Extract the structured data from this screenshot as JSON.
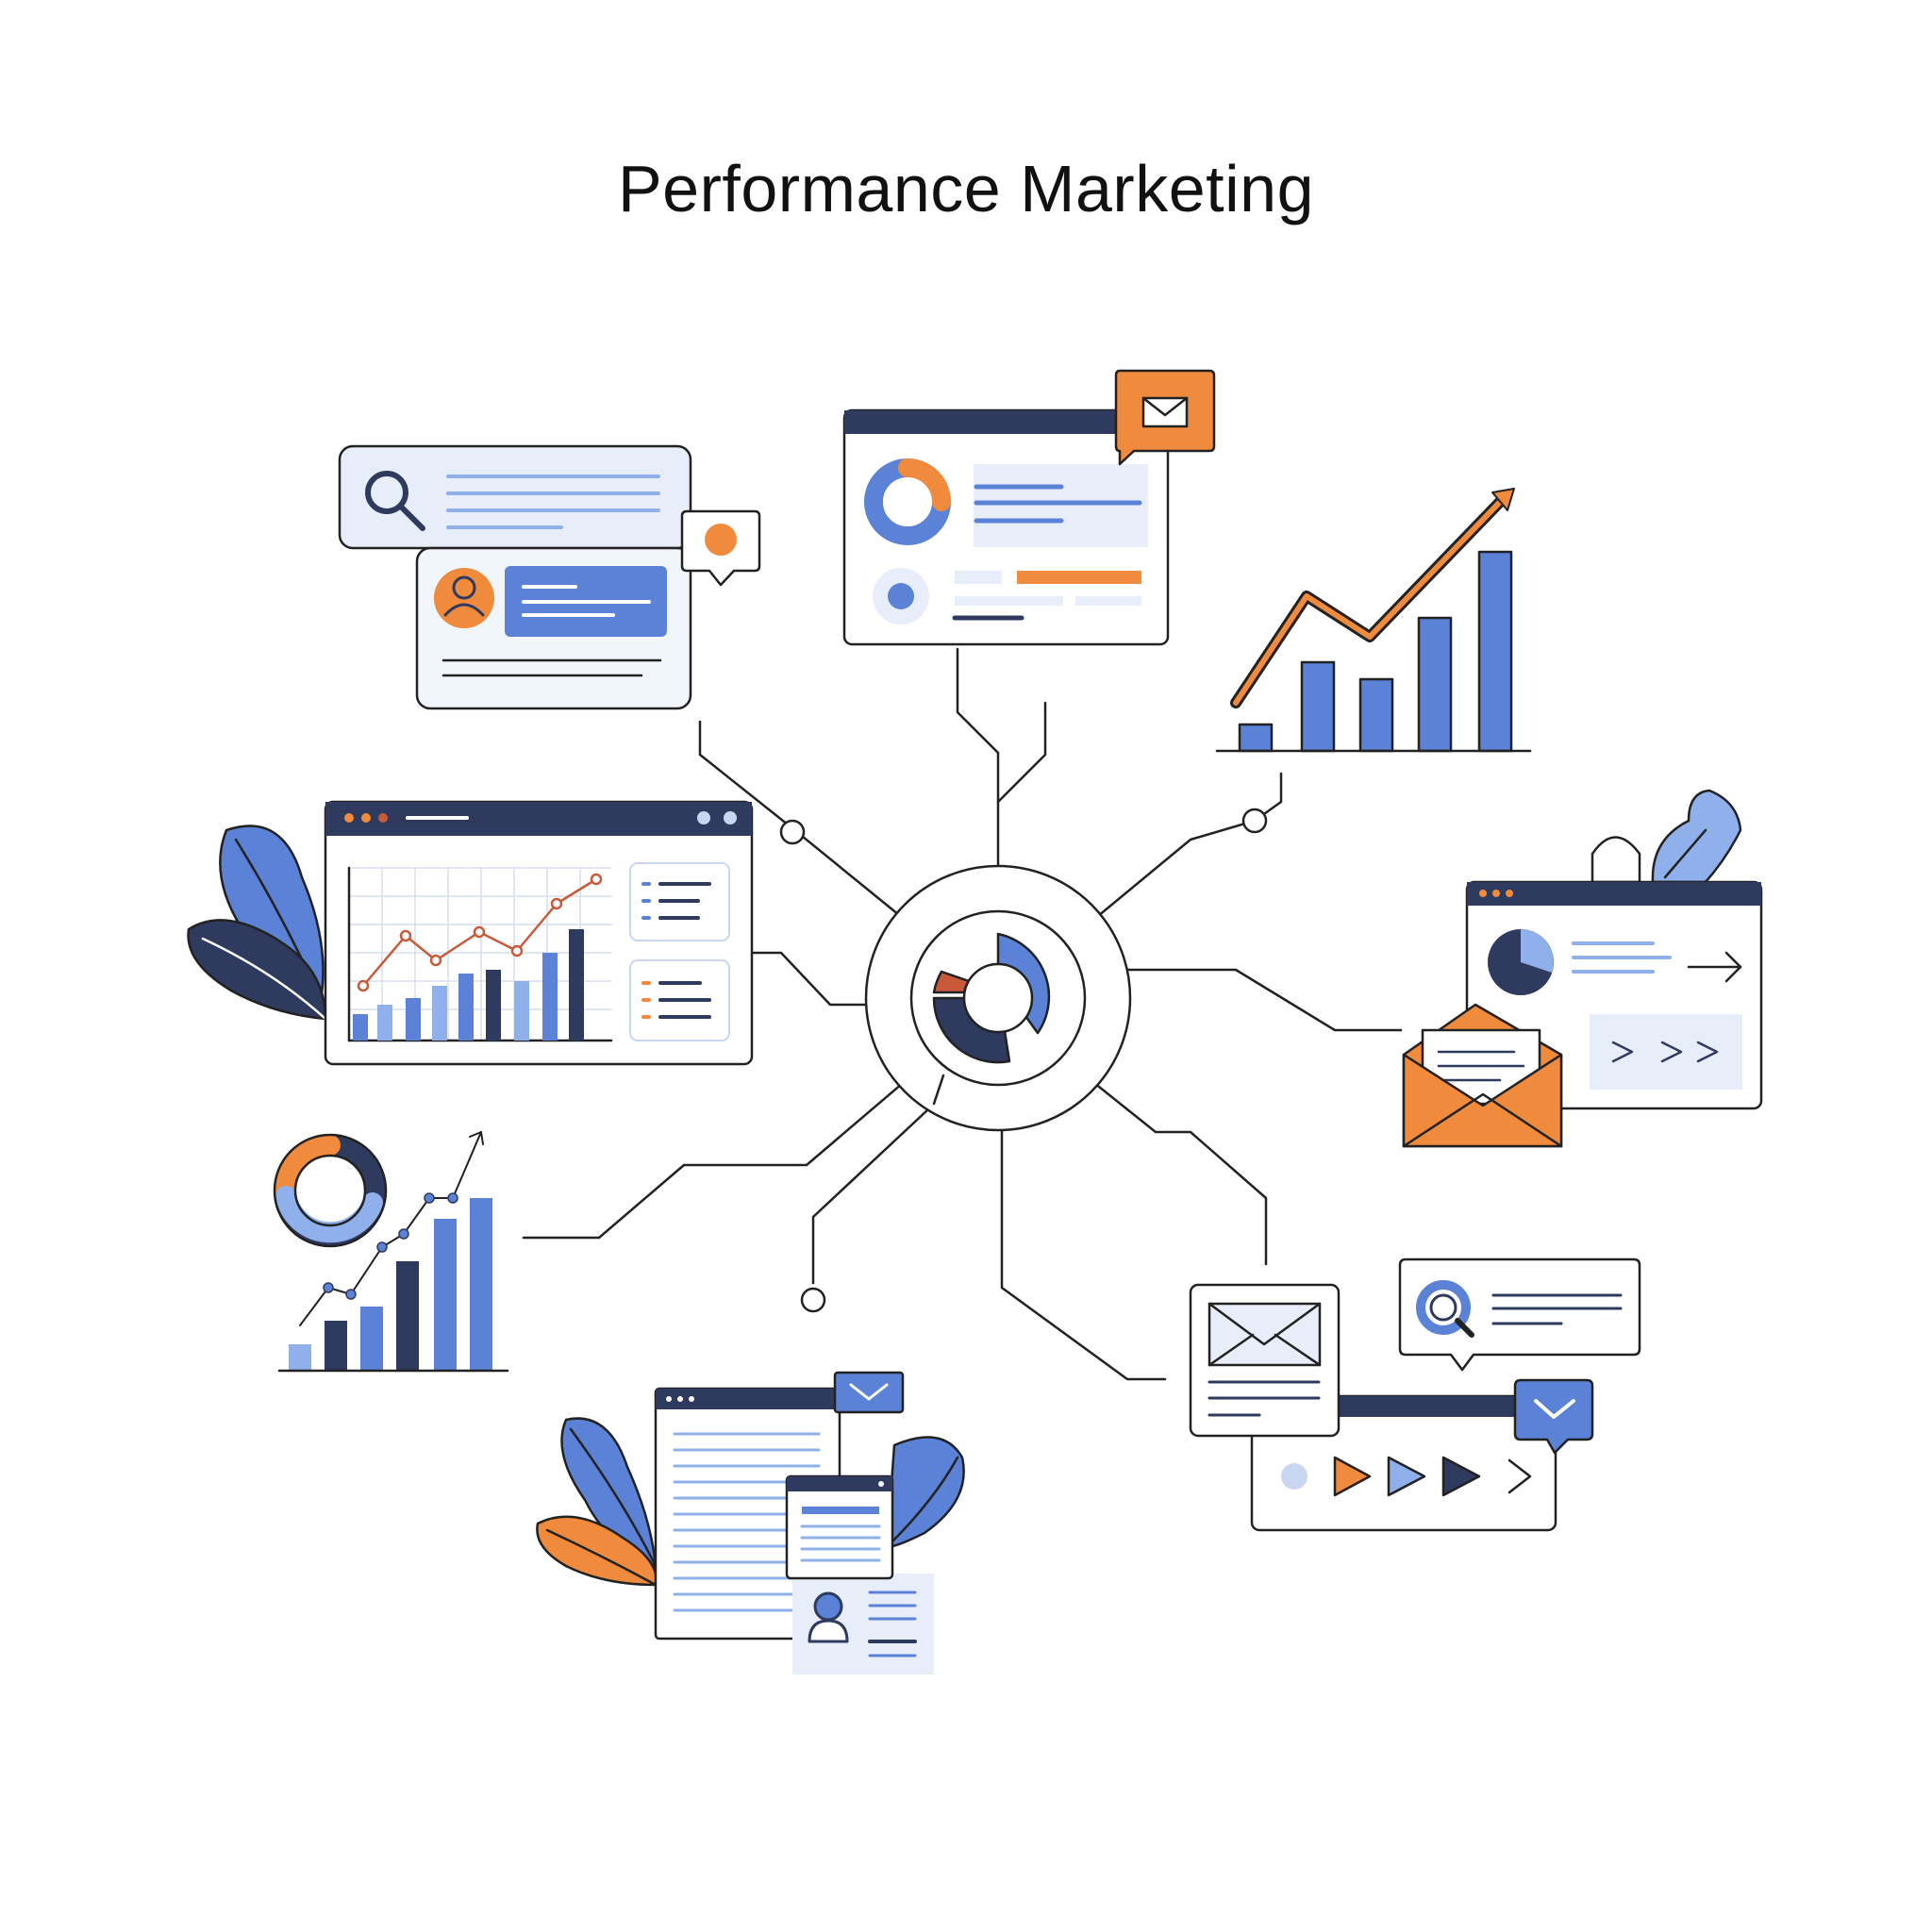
{
  "title": "Performance Marketing",
  "colors": {
    "ink": "#222222",
    "navy": "#2f3a5f",
    "blue": "#5b82d6",
    "light_blue": "#8fb0ea",
    "pale_blue": "#e8eef9",
    "orange": "#f08a3c",
    "background": "#ffffff"
  },
  "hub": {
    "name": "central-hub",
    "ring_segments": [
      "blue",
      "navy",
      "orange"
    ]
  },
  "nodes": [
    {
      "name": "search-ad-card",
      "icons": [
        "magnifier-icon",
        "user-avatar-icon",
        "notification-bubble-icon"
      ]
    },
    {
      "name": "dashboard-window",
      "icons": [
        "donut-chart-icon",
        "email-notification-icon",
        "avatar-dot-icon"
      ]
    },
    {
      "name": "growth-bar-chart",
      "icons": [
        "trend-arrow-icon"
      ]
    },
    {
      "name": "analytics-window",
      "icons": [
        "line-chart-icon",
        "bar-chart-icon",
        "list-icon",
        "leaf-icon"
      ]
    },
    {
      "name": "email-campaign-window",
      "icons": [
        "pie-chart-icon",
        "arrow-right-icon",
        "envelope-icon",
        "leaf-icon"
      ]
    },
    {
      "name": "donut-and-bars-chart",
      "icons": [
        "donut-chart-icon",
        "trend-arrow-icon"
      ]
    },
    {
      "name": "messaging-cluster",
      "icons": [
        "envelope-icon",
        "search-bubble-icon",
        "play-sequence-icon",
        "checkmark-bubble-icon"
      ]
    },
    {
      "name": "content-document-stack",
      "icons": [
        "document-icon",
        "email-badge-icon",
        "user-profile-icon",
        "leaf-icon"
      ]
    }
  ]
}
